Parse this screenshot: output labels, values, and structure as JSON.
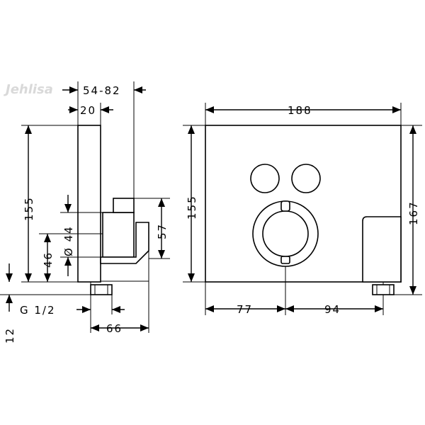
{
  "watermark": "Jehlisa",
  "side_view": {
    "depth_range": "54-82",
    "plate_thickness": "20",
    "height": "155",
    "offset_from_bottom": "46",
    "pipe_diameter": "Ø 44",
    "body_height": "57",
    "thread": "G 1/2",
    "projection": "66",
    "bottom_offset": "12"
  },
  "front_view": {
    "width": "188",
    "height": "155",
    "total_height": "167",
    "dist_left_to_center": "77",
    "dist_center_to_outlet": "94"
  }
}
